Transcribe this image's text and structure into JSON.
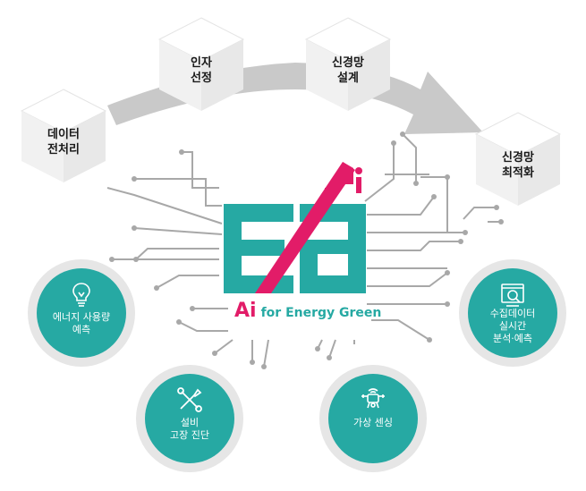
{
  "colors": {
    "teal": "#26a9a3",
    "pink": "#e21c68",
    "circuit": "#a8a8a8",
    "arrow": "#c9c9c9",
    "cube_face": "#f1f1f1"
  },
  "process_steps": [
    {
      "label": "데이터\n전처리"
    },
    {
      "label": "인자\n선정"
    },
    {
      "label": "신경망\n설계"
    },
    {
      "label": "신경망\n최적화"
    }
  ],
  "logo": {
    "ai_text": "Ai",
    "rest_text": "for Energy Green"
  },
  "features": [
    {
      "label": "에너지 사용량\n예측",
      "icon": "lightbulb-icon"
    },
    {
      "label": "설비\n고장 진단",
      "icon": "wrench-screwdriver-icon"
    },
    {
      "label": "가상 센싱",
      "icon": "sensor-drone-icon"
    },
    {
      "label": "수집데이터\n실시간\n분석·예측",
      "icon": "monitor-analysis-icon"
    }
  ]
}
